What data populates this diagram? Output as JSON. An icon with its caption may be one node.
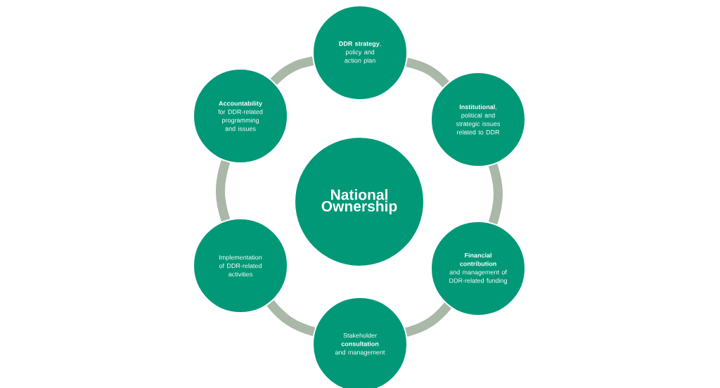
{
  "diagram": {
    "nodes": [
      {
        "text": [
          "National Ownership"
        ]
      },
      {
        "text": [
          "**DDR strategy**, policy and action plan"
        ]
      },
      {
        "text": [
          "**Institutional**, political and strategic issues related to DDR"
        ]
      },
      {
        "text": [
          "**Financial contribution** and management of DDR-related funding"
        ]
      },
      {
        "text": [
          "Stakeholder **consultation** and management"
        ]
      },
      {
        "text": [
          "Implementation of DDR-related activities"
        ]
      },
      {
        "text": [
          "**Accountability** for DDR-related programming and issues"
        ]
      }
    ],
    "edges": [
      {
        "from": 1,
        "to": 2,
        "arrow": "none"
      },
      {
        "from": 2,
        "to": 3,
        "arrow": "none"
      },
      {
        "from": 3,
        "to": 4,
        "arrow": "none"
      },
      {
        "from": 4,
        "to": 5,
        "arrow": "none"
      },
      {
        "from": 5,
        "to": 6,
        "arrow": "none"
      },
      {
        "from": 6,
        "to": 1,
        "arrow": "none"
      }
    ]
  }
}
